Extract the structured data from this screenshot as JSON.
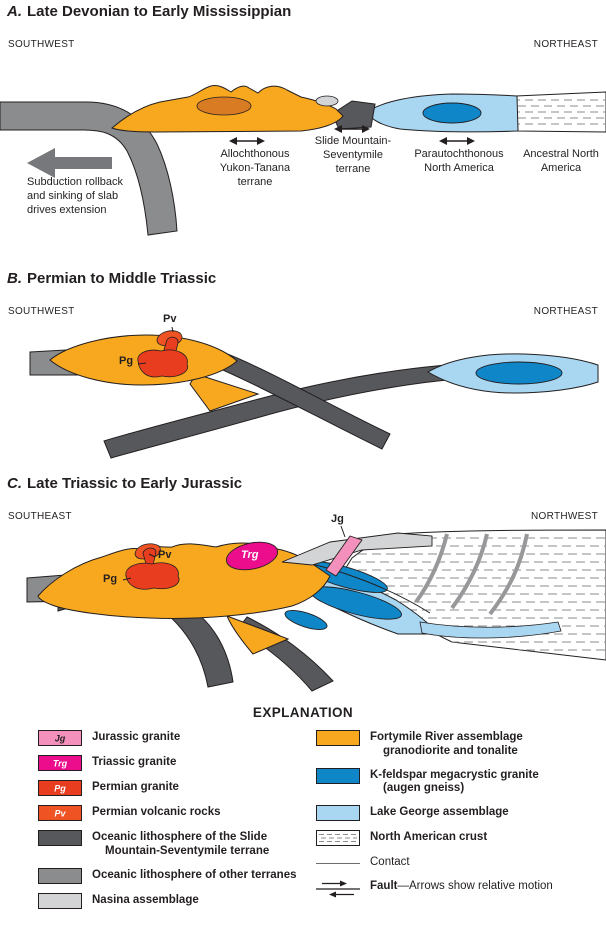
{
  "colors": {
    "orange": "#F8A81F",
    "dark_orange": "#D97B22",
    "red": "#E93D1F",
    "red_orange": "#EF5323",
    "pink": "#F390BC",
    "magenta": "#EB0D8C",
    "dark_gray": "#57585C",
    "medium_gray": "#8A8C8E",
    "light_gray": "#D2D4D5",
    "light_blue": "#A9D7F2",
    "dark_blue": "#0F86C8",
    "arrow_gray": "#77787B",
    "outline": "#231F20",
    "white": "#FFFFFF"
  },
  "panels": {
    "a": {
      "letter": "A.",
      "title": "Late Devonian to Early Mississippian",
      "left_direction": "SOUTHWEST",
      "right_direction": "NORTHEAST",
      "labels": {
        "subduction": "Subduction rollback and sinking of slab drives extension",
        "yukon_tanana": "Allochthonous Yukon-Tanana terrane",
        "slide_mountain": "Slide Mountain-Seventymile terrane",
        "parautochthonous": "Parautochthonous North America",
        "ancestral": "Ancestral North America"
      }
    },
    "b": {
      "letter": "B.",
      "title": "Permian to Middle Triassic",
      "left_direction": "SOUTHWEST",
      "right_direction": "NORTHEAST",
      "units": {
        "pv": "Pv",
        "pg": "Pg"
      }
    },
    "c": {
      "letter": "C.",
      "title": "Late Triassic to Early Jurassic",
      "left_direction": "SOUTHEAST",
      "right_direction": "NORTHWEST",
      "units": {
        "jg": "Jg",
        "trg": "Trg",
        "pv": "Pv",
        "pg": "Pg"
      }
    }
  },
  "explanation": {
    "title": "EXPLANATION",
    "left": [
      {
        "swatch_label": "Jg",
        "label": "Jurassic granite"
      },
      {
        "swatch_label": "Trg",
        "label": "Triassic granite"
      },
      {
        "swatch_label": "Pg",
        "label": "Permian granite"
      },
      {
        "swatch_label": "Pv",
        "label": "Permian volcanic rocks"
      },
      {
        "label": "Oceanic lithosphere of the Slide Mountain-Seventymile terrane"
      },
      {
        "label": "Oceanic lithosphere of other terranes"
      },
      {
        "label": "Nasina assemblage"
      }
    ],
    "right": [
      {
        "label": "Fortymile River assemblage granodiorite and tonalite"
      },
      {
        "label": "K-feldspar megacrystic granite (augen gneiss)"
      },
      {
        "label": "Lake George assemblage"
      },
      {
        "label": "North American crust"
      },
      {
        "label": "Contact"
      },
      {
        "label_bold": "Fault",
        "label_rest": "—Arrows show relative motion"
      }
    ]
  }
}
